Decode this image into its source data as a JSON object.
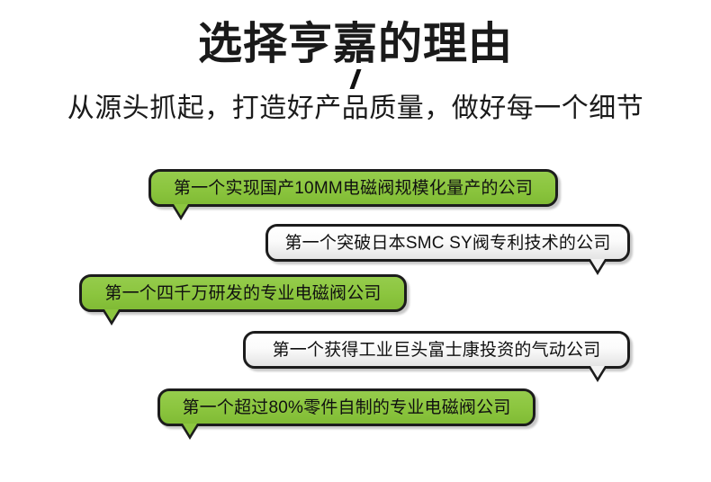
{
  "header": {
    "title": "选择亨嘉的理由",
    "divider_icon": "slash-divider-icon",
    "subtitle": "从源头抓起，打造好产品质量，做好每一个细节"
  },
  "colors": {
    "green": "#8CC63F",
    "border": "#1C1C1C",
    "text": "#101010",
    "background": "#FFFFFF",
    "plain_bubble": "#F3F3F3"
  },
  "bubbles": [
    {
      "id": 1,
      "text": "第一个实现国产10MM电磁阀规模化量产的公司",
      "style": "green",
      "tail": "left"
    },
    {
      "id": 2,
      "text": "第一个突破日本SMC SY阀专利技术的公司",
      "style": "plain",
      "tail": "right"
    },
    {
      "id": 3,
      "text": "第一个四千万研发的专业电磁阀公司",
      "style": "green",
      "tail": "left"
    },
    {
      "id": 4,
      "text": "第一个获得工业巨头富士康投资的气动公司",
      "style": "plain",
      "tail": "right"
    },
    {
      "id": 5,
      "text": "第一个超过80%零件自制的专业电磁阀公司",
      "style": "green",
      "tail": "left"
    }
  ]
}
